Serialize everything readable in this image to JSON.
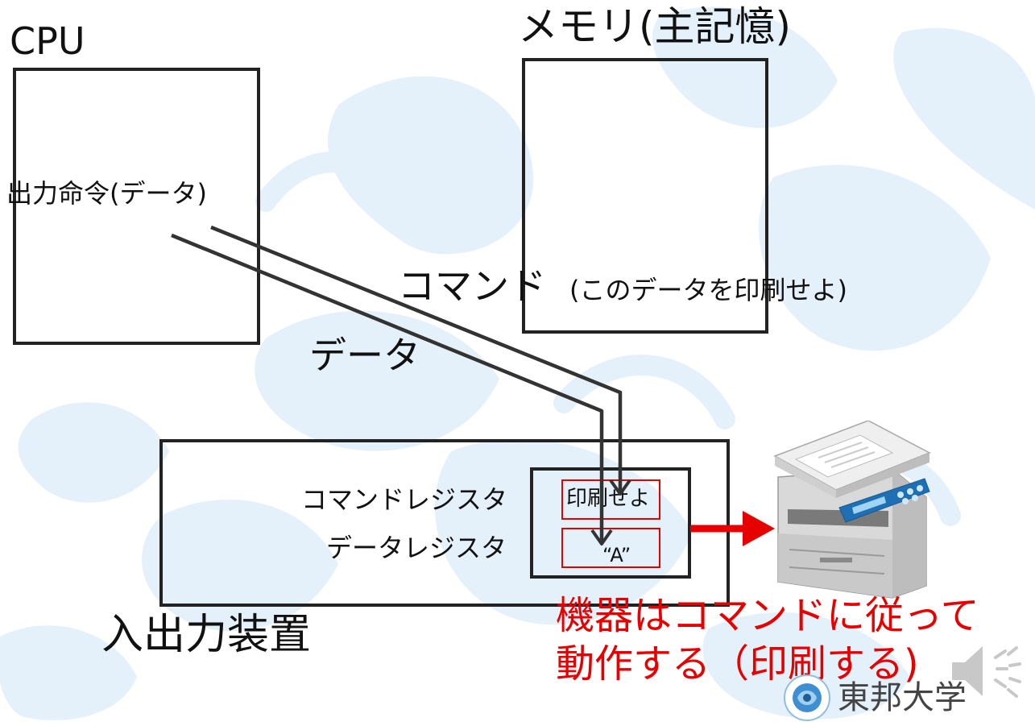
{
  "diagram": {
    "cpu": {
      "title": "CPU",
      "instruction": "出力命令(データ)"
    },
    "memory": {
      "title": "メモリ(主記憶)"
    },
    "flows": {
      "command_label": "コマンド",
      "command_note": "(このデータを印刷せよ)",
      "data_label": "データ"
    },
    "io_device": {
      "title": "入出力装置",
      "command_register_label": "コマンドレジスタ",
      "command_register_value": "印刷せよ",
      "data_register_label": "データレジスタ",
      "data_register_value": "“A”"
    },
    "note": {
      "line1": "機器はコマンドに従って",
      "line2": "動作する（印刷する)"
    },
    "device_icon": "printer-icon",
    "accent_color": "#e60000"
  },
  "footer": {
    "university": "東邦大学",
    "speaker_icon": "speaker-icon",
    "logo_icon": "university-emblem-icon"
  }
}
